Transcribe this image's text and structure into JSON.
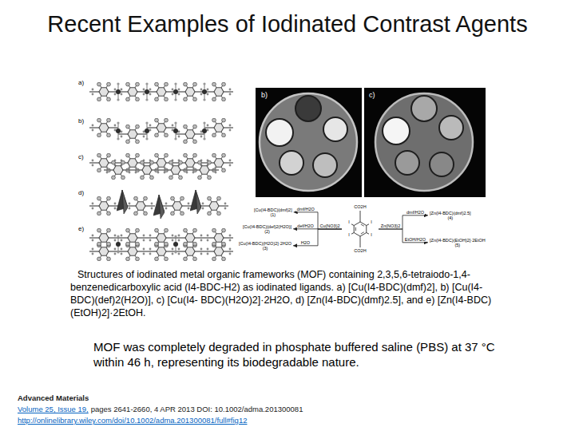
{
  "diagram": {
    "title": "Recent Examples of Iodinated Contrast Agents",
    "caption": "Structures of iodinated metal organic frameworks (MOF) containing 2,3,5,6-tetraiodo-1,4-benzenedicarboxylic acid (I4-BDC-H2) as iodinated ligands. a) [Cu(I4-BDC)(dmf)2], b) [Cu(I4-BDC)(def)2(H2O)], c) [Cu(I4- BDC)(H2O)2]·2H2O, d) [Zn(I4-BDC)(dmf)2.5], and e) [Zn(I4-BDC)(EtOH)2]·2EtOH.",
    "nodes": [
      {
        "text": [
          "CO2H",
          "I",
          "I",
          "I",
          "I",
          "CO2H"
        ]
      },
      {
        "text": [
          "[Cu(I4-BDC)(dmf)2]",
          "(1)"
        ]
      },
      {
        "text": [
          "[Cu(I4-BDC)(def)2(H2O)]",
          "(2)"
        ]
      },
      {
        "text": [
          "[Cu(I4-BDC)(H2O)2]·2H2O",
          "(3)"
        ]
      },
      {
        "text": [
          "[Zn(I4-BDC)(dmf)2.5]",
          "(4)"
        ]
      },
      {
        "text": [
          "[Zn(I4-BDC)(EtOH)2]·2EtOH",
          "(5)"
        ]
      }
    ],
    "edges": [
      {
        "from": 0,
        "to": 1,
        "arrow": "to",
        "label": "dmf/H2O"
      },
      {
        "from": 0,
        "to": 2,
        "arrow": "to",
        "label": "def/H2O"
      },
      {
        "from": 0,
        "to": 3,
        "arrow": "to",
        "label": "H2O"
      },
      {
        "from": 0,
        "to": 4,
        "arrow": "to",
        "label": "dmf/H2O"
      },
      {
        "from": 0,
        "to": 5,
        "arrow": "to",
        "label": "EtOH/H2O"
      }
    ],
    "labels": [
      "a)",
      "b)",
      "c)",
      "d)",
      "e)",
      "b)",
      "c)",
      "Cu(NO3)2",
      "Zn(NO3)2",
      "MOF was completely degraded in phosphate buffered saline (PBS) at 37 °C within 46 h, representing its biodegradable nature.",
      "Advanced Materials",
      "Volume 25, Issue 19,",
      "pages 2641-2660, 4 APR 2013 DOI: 10.1002/adma.201300081",
      "http://onlinelibrary.wiley.com/doi/10.1002/adma.201300081/full#fig12"
    ]
  }
}
